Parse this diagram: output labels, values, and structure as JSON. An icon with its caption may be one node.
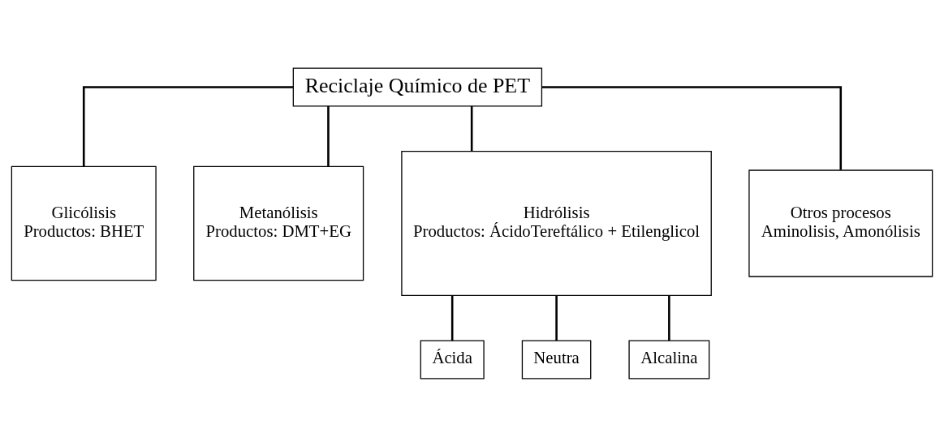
{
  "diagram": {
    "nodes": [
      {
        "text": [
          "Reciclaje Químico de PET"
        ]
      },
      {
        "text": [
          "Glicólisis",
          "Productos: BHET"
        ]
      },
      {
        "text": [
          "Metanólisis",
          "Productos: DMT+EG"
        ]
      },
      {
        "text": [
          "Hidrólisis",
          "Productos: ÁcidoTereftálico + Etilenglicol"
        ]
      },
      {
        "text": [
          "Otros procesos",
          "Aminolisis, Amonólisis"
        ]
      },
      {
        "text": [
          "Ácida"
        ]
      },
      {
        "text": [
          "Neutra"
        ]
      },
      {
        "text": [
          "Alcalina"
        ]
      }
    ],
    "edges": [
      {
        "from": 0,
        "to": 1,
        "arrow": "none"
      },
      {
        "from": 0,
        "to": 2,
        "arrow": "none"
      },
      {
        "from": 0,
        "to": 3,
        "arrow": "none"
      },
      {
        "from": 0,
        "to": 4,
        "arrow": "none"
      },
      {
        "from": 3,
        "to": 5,
        "arrow": "none"
      },
      {
        "from": 3,
        "to": 6,
        "arrow": "none"
      },
      {
        "from": 3,
        "to": 7,
        "arrow": "none"
      }
    ]
  }
}
